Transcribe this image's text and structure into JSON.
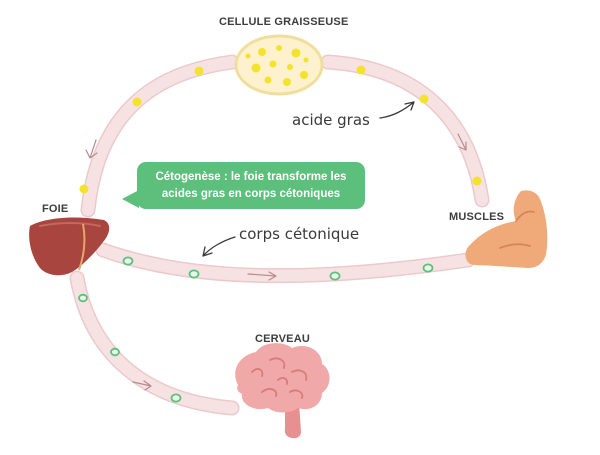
{
  "nodes": {
    "fat_cell": "CELLULE GRAISSEUSE",
    "liver": "FOIE",
    "muscles": "MUSCLES",
    "brain": "CERVEAU"
  },
  "annotations": {
    "fatty_acid": "acide gras",
    "ketone_body": "corps cétonique"
  },
  "callout": {
    "line1": "Cétogenèse : le foie transforme les",
    "line2": "acides gras en corps cétoniques"
  },
  "colors": {
    "vessel": "#f6e2e3",
    "vessel_edge": "#ecc9cb",
    "fatty_acid_dot": "#f4e32c",
    "ketone_dot": "#5cc07c",
    "callout": "#5cc07c",
    "liver": "#a8453f",
    "muscle": "#f0a979",
    "brain": "#f0a8a8",
    "fat_cell": "#fdf2cd"
  }
}
